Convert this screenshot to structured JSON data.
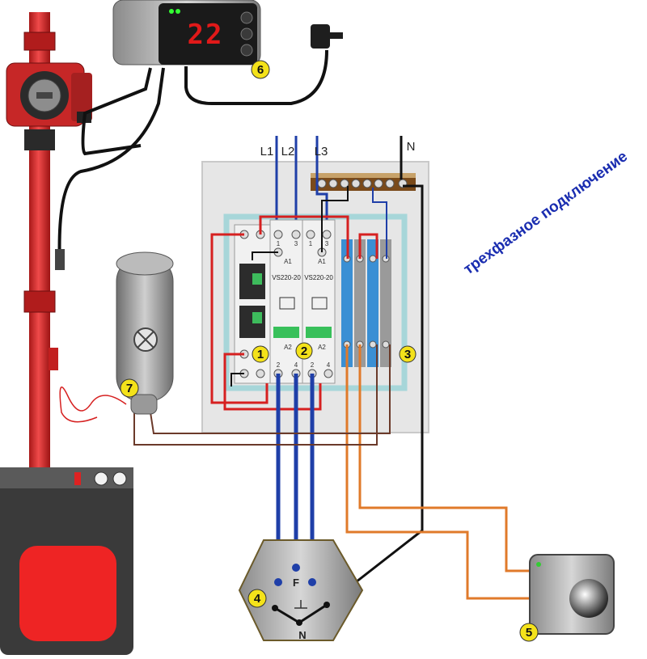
{
  "title": "трехфазное подключение",
  "lines": {
    "l1": "L1",
    "l2": "L2",
    "l3": "L3",
    "n_top": "N"
  },
  "contactor": {
    "model_left": "VS220-20",
    "model_right": "VS220-20",
    "a1": "A1",
    "a2": "A2",
    "t1": "1",
    "t3": "3",
    "t2": "2",
    "t4": "4"
  },
  "thermostat_display": "22",
  "heater": {
    "f_label": "F",
    "n_label": "N"
  },
  "badges": [
    "1",
    "2",
    "3",
    "4",
    "5",
    "6",
    "7"
  ],
  "colors": {
    "phase_wire": "#1f3fa8",
    "neutral_wire": "#111111",
    "control_wire": "#d62020",
    "sensor_wire": "#e07a2a",
    "pipe": "#d93131",
    "badge": "#f4e21a",
    "title": "#1a2db0"
  }
}
